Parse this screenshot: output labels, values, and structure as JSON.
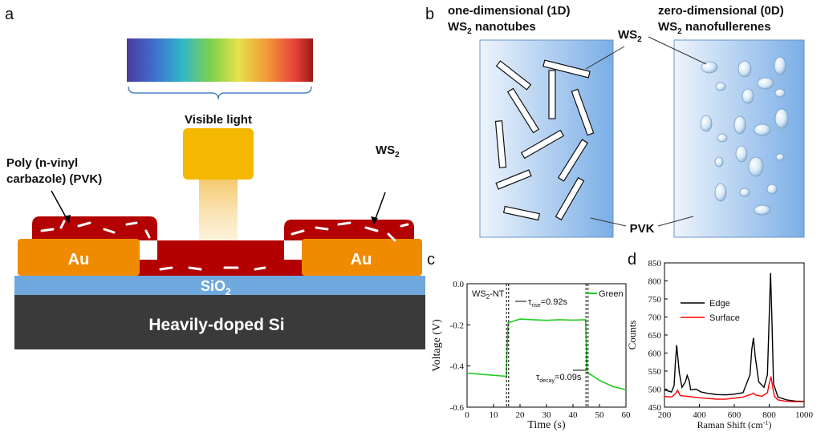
{
  "panel_labels": {
    "a": "a",
    "b": "b",
    "c": "c",
    "d": "d"
  },
  "panel_a": {
    "light_label": "Visible light",
    "pvk_label_1": "Poly (n-vinyl",
    "pvk_label_2": "carbazole) (PVK)",
    "ws2_label": "WS",
    "ws2_sub": "2",
    "au_left": "Au",
    "au_right": "Au",
    "sio2": "SiO",
    "sio2_sub": "2",
    "substrate": "Heavily-doped Si",
    "colors": {
      "polymer": "#b30000",
      "au": "#f08a00",
      "light": "#f5b800",
      "sio2": "#6fa8dc",
      "si": "#3a3a3a"
    }
  },
  "panel_b": {
    "title_1d_1": "one-dimensional (1D)",
    "title_1d_2": "WS",
    "title_1d_2_sub": "2",
    "title_1d_2_rest": " nanotubes",
    "title_0d_1": "zero-dimensional (0D)",
    "title_0d_2": "WS",
    "title_0d_2_sub": "2",
    "title_0d_2_rest": " nanofullerenes",
    "ws2_label": "WS",
    "ws2_sub": "2",
    "pvk_label": "PVK"
  },
  "chart_data": [
    {
      "type": "line",
      "panel": "c",
      "xlabel": "Time (s)",
      "ylabel": "Voltage (V)",
      "xlim": [
        0,
        60
      ],
      "ylim": [
        -0.6,
        0.0
      ],
      "xticks": [
        "0",
        "10",
        "20",
        "30",
        "40",
        "50",
        "60"
      ],
      "yticks": [
        "0.0",
        "-0.2",
        "-0.4",
        "-0.6"
      ],
      "legend": "Green",
      "annotations": {
        "sample": "WS",
        "sample_sub": "2",
        "sample_rest": "-NT",
        "rise": "τ",
        "rise_sub": "rise",
        "rise_val": "=0.92s",
        "decay": "τ",
        "decay_sub": "decay",
        "decay_val": "=0.09s"
      },
      "series": [
        {
          "name": "Green",
          "color": "#22cc22",
          "x": [
            0,
            14.8,
            15.5,
            20,
            25,
            30,
            35,
            40,
            44.8,
            45.3,
            50,
            55,
            60
          ],
          "y": [
            -0.435,
            -0.45,
            -0.19,
            -0.172,
            -0.175,
            -0.178,
            -0.175,
            -0.177,
            -0.175,
            -0.43,
            -0.47,
            -0.5,
            -0.515
          ]
        }
      ]
    },
    {
      "type": "line",
      "panel": "d",
      "xlabel": "Raman Shift (cm",
      "xlabel_sup": "-1",
      "xlabel_end": ")",
      "ylabel": "Counts",
      "xlim": [
        200,
        1000
      ],
      "ylim": [
        450,
        850
      ],
      "xticks": [
        "200",
        "400",
        "600",
        "800",
        "1000"
      ],
      "yticks": [
        "450",
        "500",
        "550",
        "600",
        "650",
        "700",
        "750",
        "800",
        "850"
      ],
      "legend_position": "top-left",
      "series": [
        {
          "name": "Edge",
          "color": "#000000",
          "x": [
            200,
            240,
            255,
            262,
            270,
            285,
            300,
            320,
            330,
            342,
            350,
            380,
            410,
            450,
            500,
            550,
            600,
            650,
            690,
            700,
            710,
            720,
            740,
            770,
            790,
            800,
            808,
            815,
            825,
            850,
            900,
            950,
            1000
          ],
          "y": [
            498,
            492,
            510,
            570,
            622,
            545,
            505,
            520,
            538,
            522,
            498,
            500,
            492,
            488,
            485,
            484,
            486,
            490,
            540,
            610,
            642,
            590,
            520,
            505,
            540,
            700,
            822,
            700,
            515,
            478,
            470,
            467,
            466
          ]
        },
        {
          "name": "Surface",
          "color": "#ff0000",
          "x": [
            200,
            240,
            265,
            275,
            290,
            330,
            400,
            450,
            500,
            550,
            600,
            650,
            700,
            710,
            720,
            760,
            790,
            800,
            810,
            820,
            830,
            850,
            900,
            950,
            1000
          ],
          "y": [
            480,
            478,
            488,
            497,
            482,
            480,
            476,
            474,
            472,
            472,
            475,
            478,
            486,
            489,
            484,
            480,
            490,
            515,
            535,
            505,
            480,
            470,
            466,
            465,
            465
          ]
        }
      ]
    }
  ]
}
